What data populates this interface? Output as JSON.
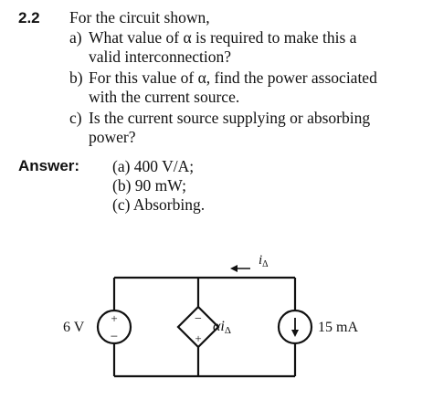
{
  "problem": {
    "number": "2.2",
    "intro": "For the circuit shown,",
    "parts": [
      {
        "letter": "a)",
        "lines": [
          "What value of α is required to make this a",
          "valid interconnection?"
        ]
      },
      {
        "letter": "b)",
        "lines": [
          "For this value of α, find the power associated",
          "with the current source."
        ]
      },
      {
        "letter": "c)",
        "lines": [
          "Is the current source supplying or absorbing",
          "power?"
        ]
      }
    ]
  },
  "answer": {
    "label": "Answer:",
    "items": [
      "(a) 400 V/A;",
      "(b) 90 mW;",
      "(c) Absorbing."
    ]
  },
  "circuit": {
    "voltage_source_label": "6 V",
    "voltage_source_plus": "+",
    "voltage_source_minus": "−",
    "dependent_plus": "+",
    "dependent_minus": "−",
    "dependent_alpha": "α",
    "dependent_i": "i",
    "dependent_sub": "Δ",
    "current_arrow_i": "i",
    "current_arrow_sub": "Δ",
    "current_source_label": "15 mA"
  },
  "colors": {
    "ink": "#111111",
    "background": "#ffffff"
  }
}
